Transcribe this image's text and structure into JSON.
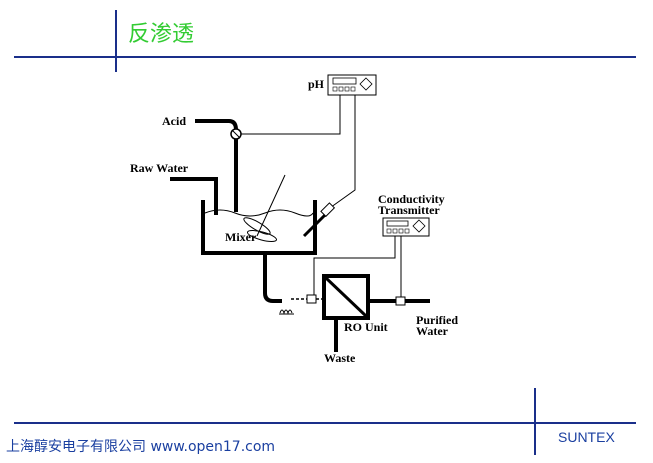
{
  "header": {
    "title": "反渗透"
  },
  "diagram": {
    "labels": {
      "ph": "pH",
      "acid": "Acid",
      "raw_water": "Raw Water",
      "mixer": "Mixer",
      "conductivity_line1": "Conductivity",
      "conductivity_line2": "Transmitter",
      "ro_unit": "RO Unit",
      "waste": "Waste",
      "purified_line1": "Purified",
      "purified_line2": "Water"
    },
    "icons": {
      "ph_meter": "meter-icon",
      "conductivity_meter": "meter-icon",
      "ro_membrane": "ro-membrane-icon",
      "valve": "valve-icon",
      "drain": "drain-icon"
    }
  },
  "footer": {
    "company": "上海醇安电子有限公司 www.open17.com",
    "brand": "SUNTEX"
  },
  "colors": {
    "frame_line": "#1a2f8a",
    "title_green": "#33cc33",
    "footer_blue": "#1a3fa0"
  }
}
